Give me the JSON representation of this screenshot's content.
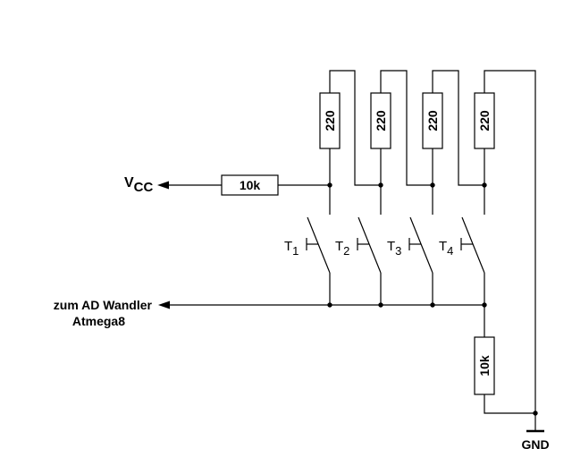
{
  "labels": {
    "vcc_main": "V",
    "vcc_sub": "CC",
    "adc_line1": "zum AD Wandler",
    "adc_line2": "Atmega8",
    "gnd": "GND"
  },
  "resistors": {
    "series": "10k",
    "divider": [
      "220",
      "220",
      "220",
      "220"
    ],
    "pulldown": "10k"
  },
  "switches": [
    {
      "main": "T",
      "sub": "1"
    },
    {
      "main": "T",
      "sub": "2"
    },
    {
      "main": "T",
      "sub": "3"
    },
    {
      "main": "T",
      "sub": "4"
    }
  ],
  "colors": {
    "line": "#000000",
    "background": "#ffffff"
  }
}
